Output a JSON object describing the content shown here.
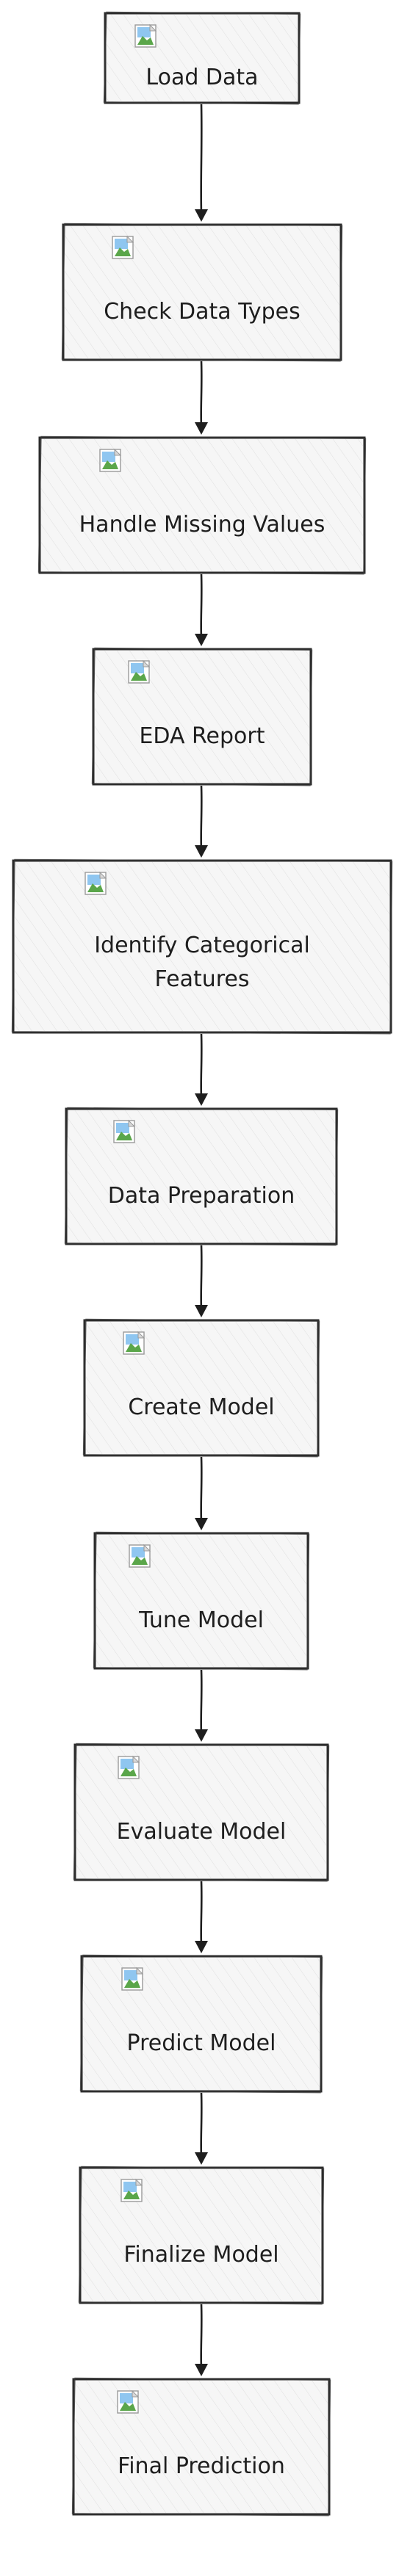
{
  "diagram": {
    "type": "flowchart",
    "direction": "top-to-bottom",
    "nodes": [
      {
        "id": "load-data",
        "label": "Load Data",
        "icon": "broken-image-icon"
      },
      {
        "id": "check-data-types",
        "label": "Check Data Types",
        "icon": "broken-image-icon"
      },
      {
        "id": "handle-missing-values",
        "label": "Handle Missing Values",
        "icon": "broken-image-icon"
      },
      {
        "id": "eda-report",
        "label": "EDA Report",
        "icon": "broken-image-icon"
      },
      {
        "id": "identify-categorical-features",
        "label": "Identify Categorical\nFeatures",
        "icon": "broken-image-icon"
      },
      {
        "id": "data-preparation",
        "label": "Data Preparation",
        "icon": "broken-image-icon"
      },
      {
        "id": "create-model",
        "label": "Create Model",
        "icon": "broken-image-icon"
      },
      {
        "id": "tune-model",
        "label": "Tune Model",
        "icon": "broken-image-icon"
      },
      {
        "id": "evaluate-model",
        "label": "Evaluate Model",
        "icon": "broken-image-icon"
      },
      {
        "id": "predict-model",
        "label": "Predict Model",
        "icon": "broken-image-icon"
      },
      {
        "id": "finalize-model",
        "label": "Finalize Model",
        "icon": "broken-image-icon"
      },
      {
        "id": "final-prediction",
        "label": "Final Prediction",
        "icon": "broken-image-icon"
      }
    ],
    "edges": [
      {
        "from": "load-data",
        "to": "check-data-types"
      },
      {
        "from": "check-data-types",
        "to": "handle-missing-values"
      },
      {
        "from": "handle-missing-values",
        "to": "eda-report"
      },
      {
        "from": "eda-report",
        "to": "identify-categorical-features"
      },
      {
        "from": "identify-categorical-features",
        "to": "data-preparation"
      },
      {
        "from": "data-preparation",
        "to": "create-model"
      },
      {
        "from": "create-model",
        "to": "tune-model"
      },
      {
        "from": "tune-model",
        "to": "evaluate-model"
      },
      {
        "from": "evaluate-model",
        "to": "predict-model"
      },
      {
        "from": "predict-model",
        "to": "finalize-model"
      },
      {
        "from": "finalize-model",
        "to": "final-prediction"
      }
    ],
    "colors": {
      "node_fill": "#f6f6f6",
      "node_stroke": "#2b2b2b",
      "edge": "#1e1e1e",
      "text": "#1e1e1e"
    }
  }
}
